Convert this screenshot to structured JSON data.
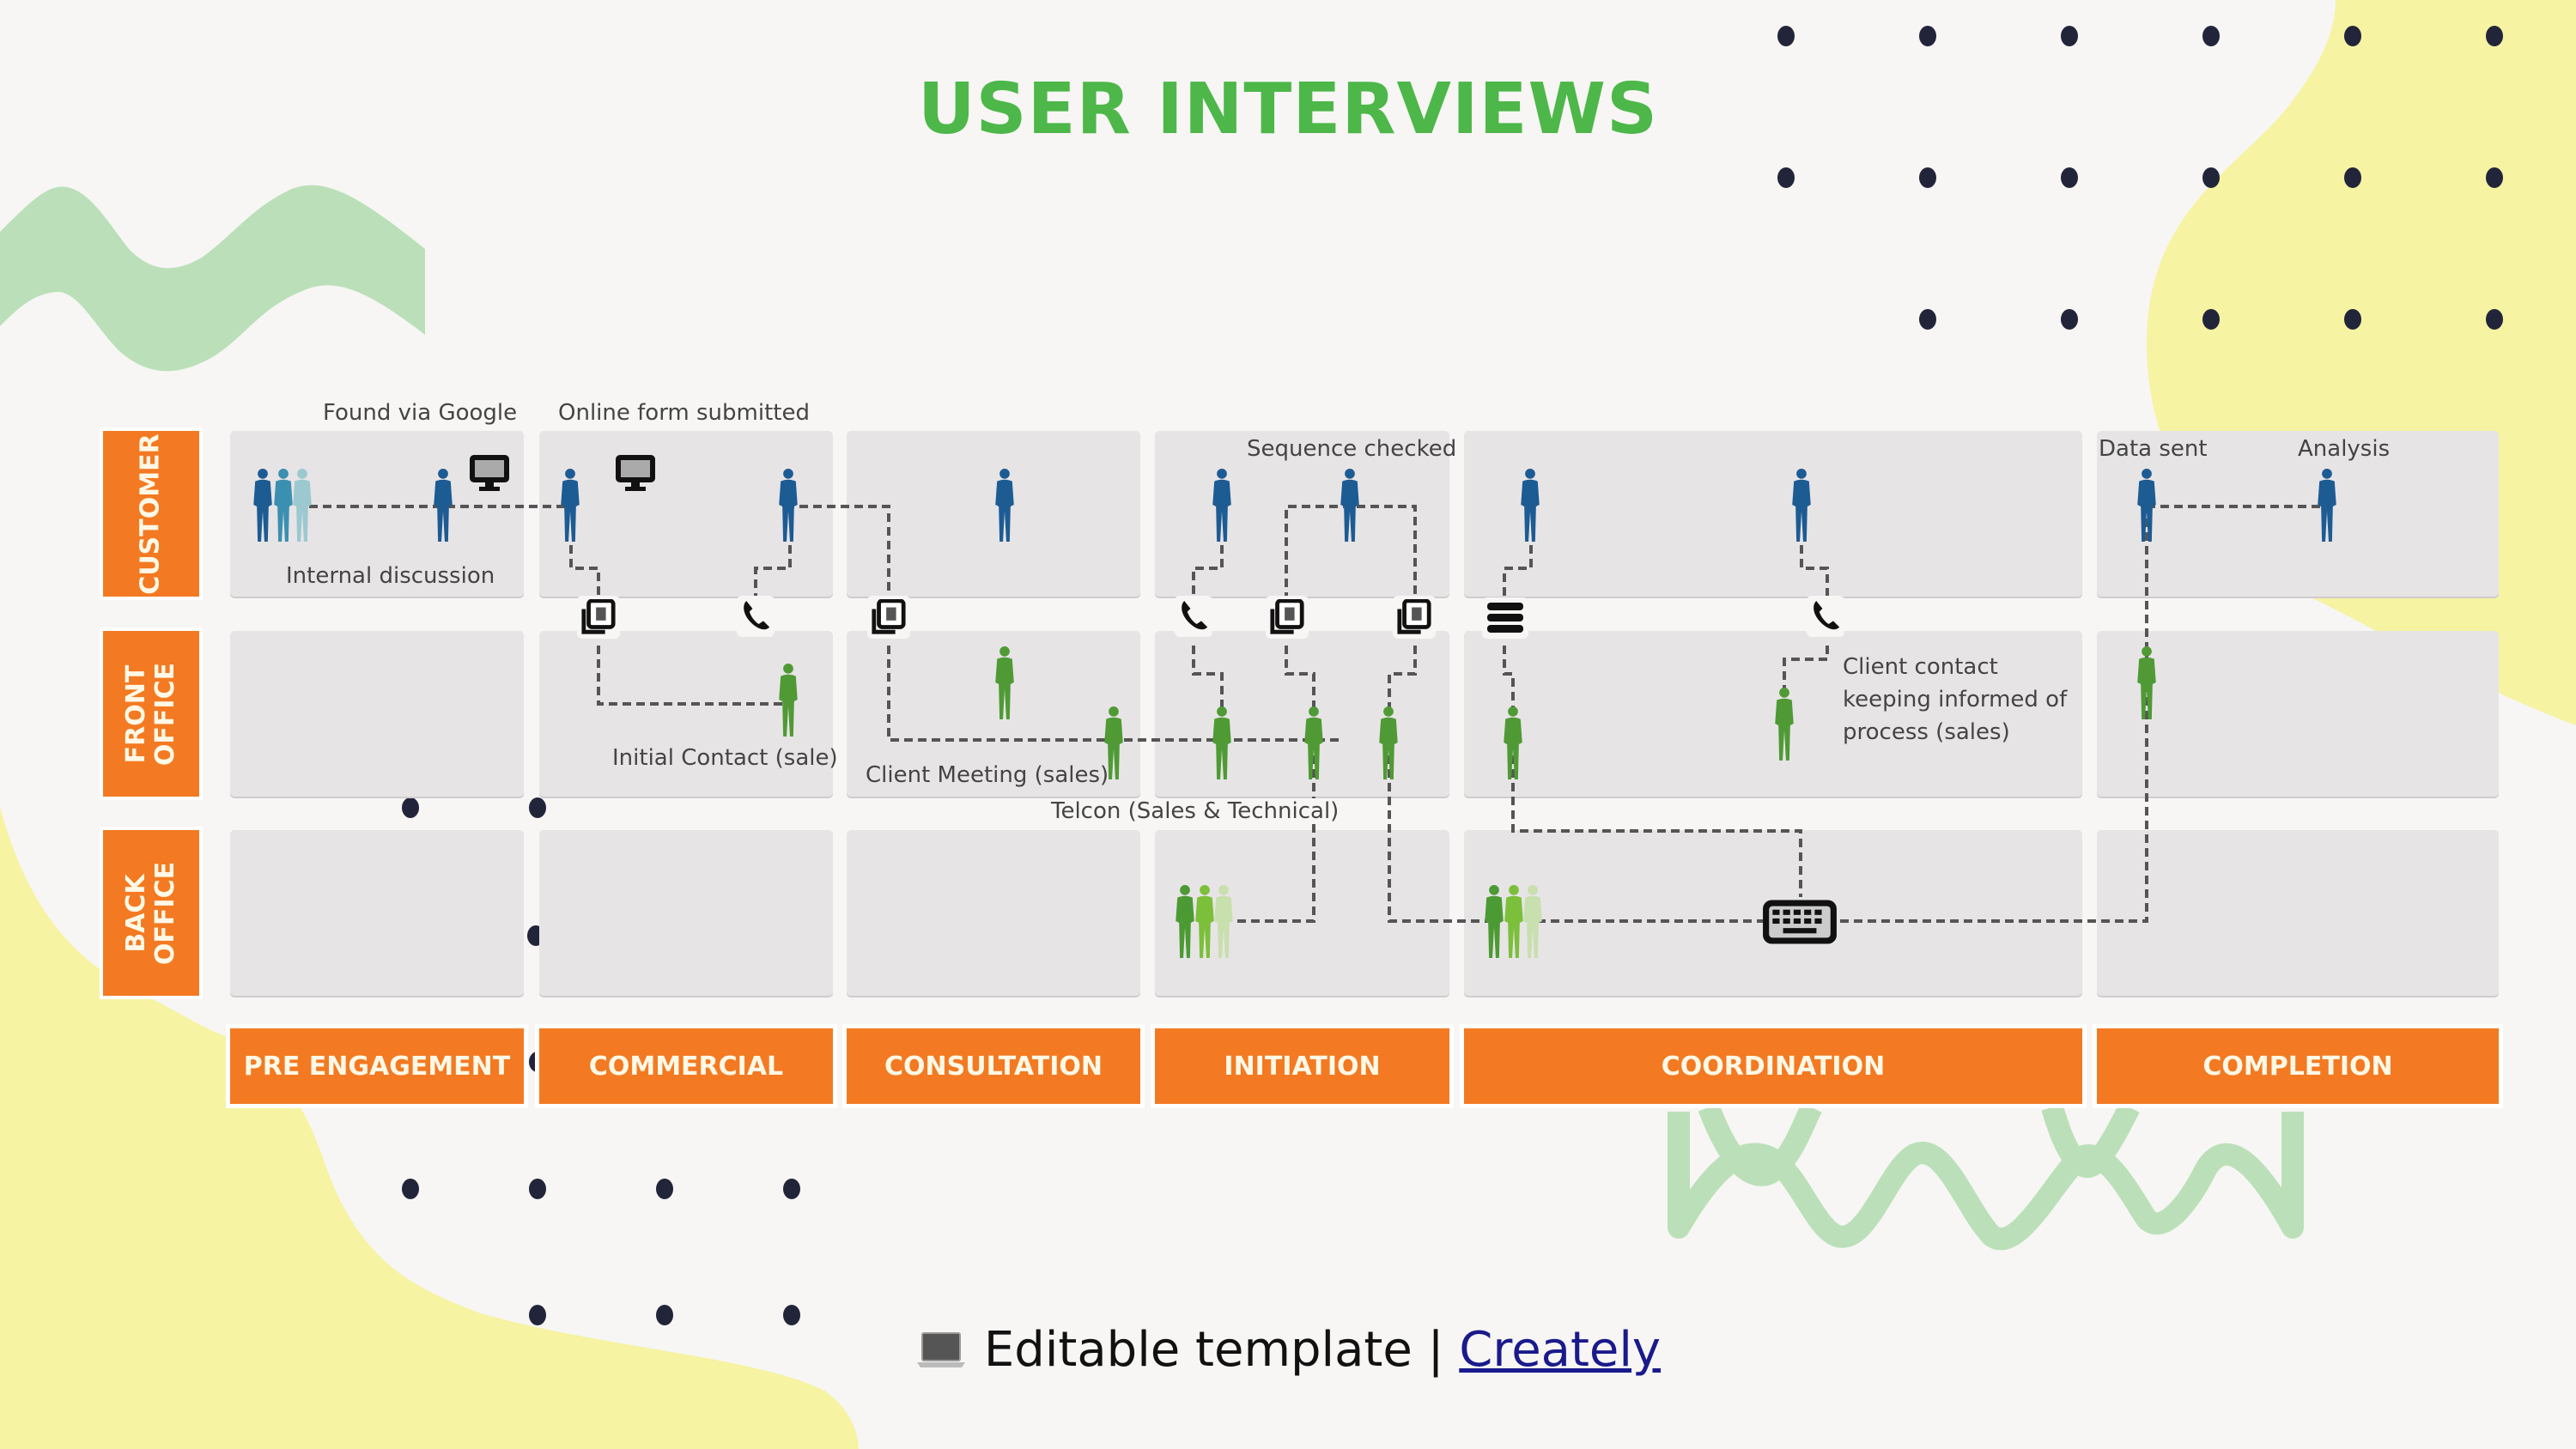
{
  "title": "USER INTERVIEWS",
  "colors": {
    "title_green": "#4db749",
    "orange": "#f37a22",
    "cell_gray": "#e7e4e6",
    "customer_blue": "#1d5b93",
    "staff_green": "#4f9a35",
    "blob_yellow": "#f6f3a3",
    "wave_green": "#bbe0b9",
    "dot_navy": "#22253a",
    "link_blue": "#1a1a8c"
  },
  "lanes": [
    {
      "id": "customer",
      "label": "CUSTOMER"
    },
    {
      "id": "front",
      "label": "FRONT\nOFFICE"
    },
    {
      "id": "back",
      "label": "BACK\nOFFICE"
    }
  ],
  "phases": [
    {
      "id": "pre",
      "label": "PRE ENGAGEMENT"
    },
    {
      "id": "commercial",
      "label": "COMMERCIAL"
    },
    {
      "id": "consultation",
      "label": "CONSULTATION"
    },
    {
      "id": "initiation",
      "label": "INITIATION"
    },
    {
      "id": "coordination",
      "label": "COORDINATION"
    },
    {
      "id": "completion",
      "label": "COMPLETION"
    }
  ],
  "notes": {
    "found_google": "Found via Google",
    "online_form": "Online form submitted",
    "internal_discussion": "Internal discussion",
    "sequence_checked": "Sequence checked",
    "data_sent": "Data sent",
    "analysis": "Analysis",
    "initial_contact": "Initial Contact (sale)",
    "client_meeting": "Client Meeting (sales)",
    "telcon": "Telcon (Sales & Technical)",
    "client_contact": "Client contact keeping informed of process (sales)"
  },
  "touchpoint_icons": [
    "monitor-icon",
    "document-icon",
    "phone-icon",
    "list-icon",
    "keyboard-icon"
  ],
  "footer": {
    "text": "Editable template | ",
    "link_label": "Creately",
    "icon": "laptop-icon"
  }
}
